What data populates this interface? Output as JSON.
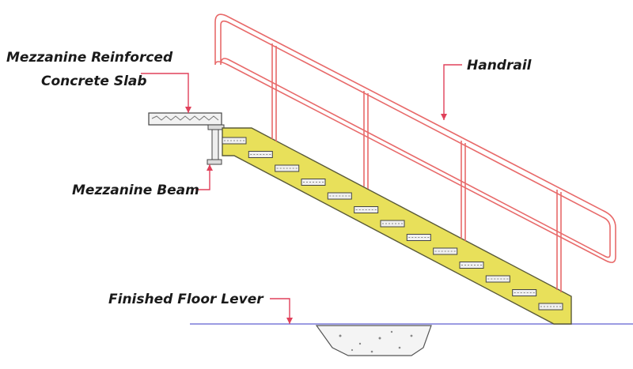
{
  "labels": {
    "slab_line1": "Mezzanine Reinforced",
    "slab_line2": "Concrete Slab",
    "beam": "Mezzanine Beam",
    "handrail": "Handrail",
    "floor": "Finished Floor Lever"
  },
  "colors": {
    "stringer": "#e8e05a",
    "stringer_edge": "#5a5a3a",
    "handrail": "#e86a6a",
    "leader": "#e0405a",
    "floor_line": "#7a7ad8",
    "text": "#1a1a1a"
  },
  "stairs": {
    "tread_count": 13
  }
}
